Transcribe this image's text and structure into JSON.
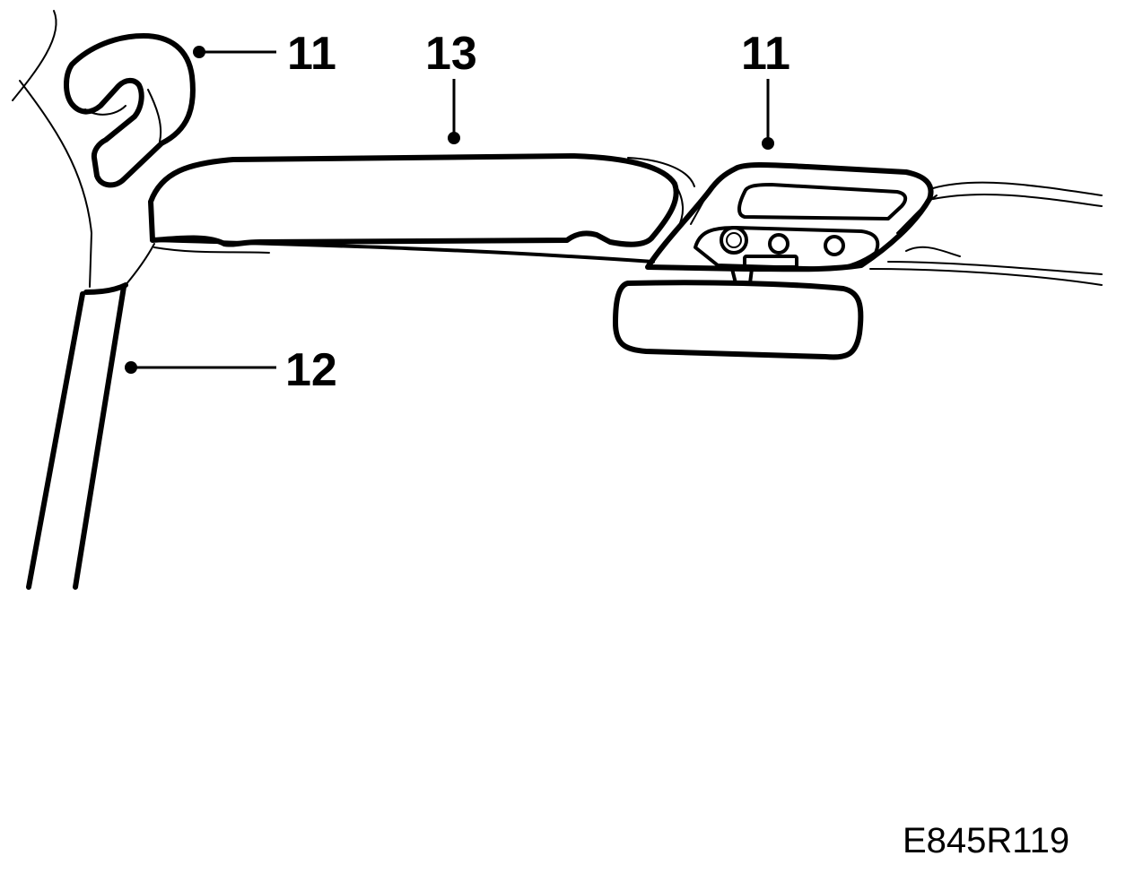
{
  "callouts": [
    {
      "id": "grab-handle",
      "label": "11"
    },
    {
      "id": "sun-visor",
      "label": "13"
    },
    {
      "id": "courtesy-light",
      "label": "11"
    },
    {
      "id": "a-pillar-trim",
      "label": "12"
    }
  ],
  "drawing_id": "E845R119"
}
